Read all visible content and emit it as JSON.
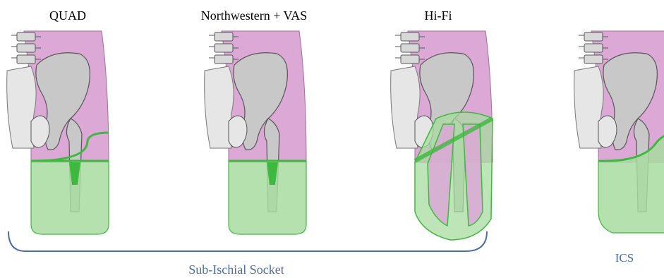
{
  "labels": {
    "quad": "QUAD",
    "northwestern_vas": "Northwestern + VAS",
    "hifi": "Hi-Fi",
    "ics": "ICS",
    "sub_ischial": "Sub-Ischial Socket"
  },
  "colors": {
    "soft_tissue": "#dca8d6",
    "soft_tissue_edge": "#a070a0",
    "bone": "#c8c8c8",
    "bone_light": "#e6e6e6",
    "bone_edge": "#555555",
    "socket_fill": "#a8dca0",
    "socket_edge": "#3fb83f",
    "bracket": "#4a6fa5"
  }
}
